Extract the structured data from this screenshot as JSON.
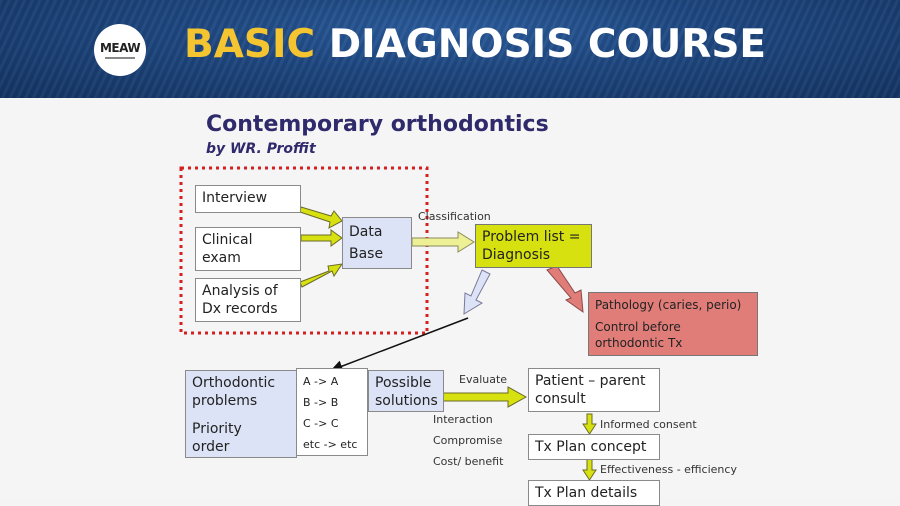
{
  "header": {
    "logo_text": "MEAW",
    "title_highlight": "BASIC",
    "title_rest": "DIAGNOSIS COURSE"
  },
  "slide": {
    "title": "Contemporary orthodontics",
    "subtitle": "by WR. Proffit"
  },
  "diagram": {
    "inputs": {
      "interview": "Interview",
      "clinical_line1": "Clinical",
      "clinical_line2": "exam",
      "analysis_line1": "Analysis of",
      "analysis_line2": "Dx records"
    },
    "database": {
      "line1": "Data",
      "line2": "Base"
    },
    "classification_label": "Classification",
    "problem_list": {
      "line1": "Problem list =",
      "line2": "Diagnosis"
    },
    "pathology": {
      "line1": "Pathology (caries, perio)",
      "line2": "Control before",
      "line3": "orthodontic Tx"
    },
    "ortho_problems": {
      "line1": "Orthodontic",
      "line2": "problems",
      "line3": "Priority",
      "line4": "order"
    },
    "mapping": [
      "A -> A",
      "B -> B",
      "C -> C",
      "etc -> etc"
    ],
    "possible_solutions": {
      "line1": "Possible",
      "line2": "solutions"
    },
    "evaluate_label": "Evaluate",
    "factors": [
      "Interaction",
      "Compromise",
      "Cost/ benefit"
    ],
    "patient_consult": {
      "line1": "Patient – parent",
      "line2": "consult"
    },
    "informed_consent": "Informed consent",
    "tx_plan_concept": "Tx Plan concept",
    "effectiveness": "Effectiveness - efficiency",
    "tx_plan_details": "Tx Plan details"
  },
  "colors": {
    "banner_blue": "#1d467e",
    "title_yellow": "#f4c431",
    "heading_navy": "#2f2a6b",
    "lavender_box": "#dde3f6",
    "yellow_box": "#d7e10f",
    "pathology_red": "#e07d79",
    "dotted_border": "#d42020"
  }
}
